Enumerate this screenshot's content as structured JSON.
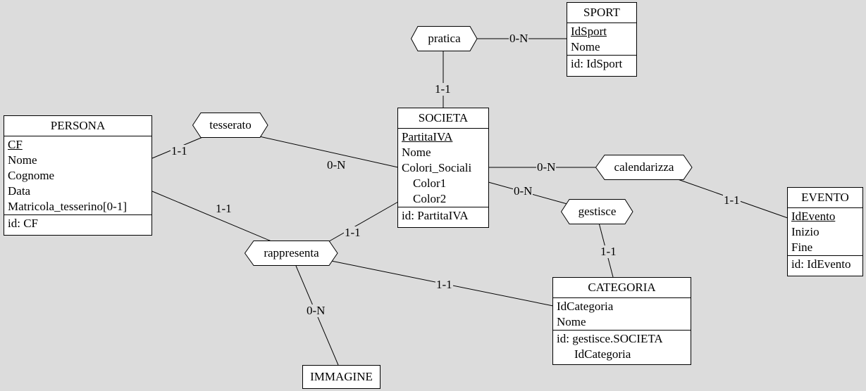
{
  "entities": {
    "sport": {
      "name": "SPORT",
      "attributes": [
        "IdSport",
        "Nome"
      ],
      "identifier": "id: IdSport"
    },
    "persona": {
      "name": "PERSONA",
      "attributes": [
        "CF",
        "Nome",
        "Cognome",
        "Data",
        "Matricola_tesserino[0-1]"
      ],
      "identifier": "id: CF"
    },
    "societa": {
      "name": "SOCIETA",
      "attributes": [
        "PartitaIVA",
        "Nome",
        "Colori_Sociali",
        "Color1",
        "Color2"
      ],
      "identifier": "id: PartitaIVA"
    },
    "evento": {
      "name": "EVENTO",
      "attributes": [
        "IdEvento",
        "Inizio",
        "Fine"
      ],
      "identifier": "id: IdEvento"
    },
    "categoria": {
      "name": "CATEGORIA",
      "attributes": [
        "IdCategoria",
        "Nome"
      ],
      "identifier": [
        "id: gestisce.SOCIETA",
        "IdCategoria"
      ]
    },
    "immagine": {
      "name": "IMMAGINE"
    }
  },
  "relationships": {
    "pratica": "pratica",
    "tesserato": "tesserato",
    "calendarizza": "calendarizza",
    "gestisce": "gestisce",
    "rappresenta": "rappresenta"
  },
  "cardinalities": {
    "pratica_sport": "0-N",
    "pratica_societa": "1-1",
    "tesserato_persona": "1-1",
    "tesserato_societa": "0-N",
    "calendarizza_societa": "0-N",
    "calendarizza_evento": "1-1",
    "gestisce_societa": "0-N",
    "gestisce_categoria": "1-1",
    "rappresenta_persona": "1-1",
    "rappresenta_societa": "1-1",
    "rappresenta_categoria": "1-1",
    "rappresenta_immagine": "0-N"
  }
}
